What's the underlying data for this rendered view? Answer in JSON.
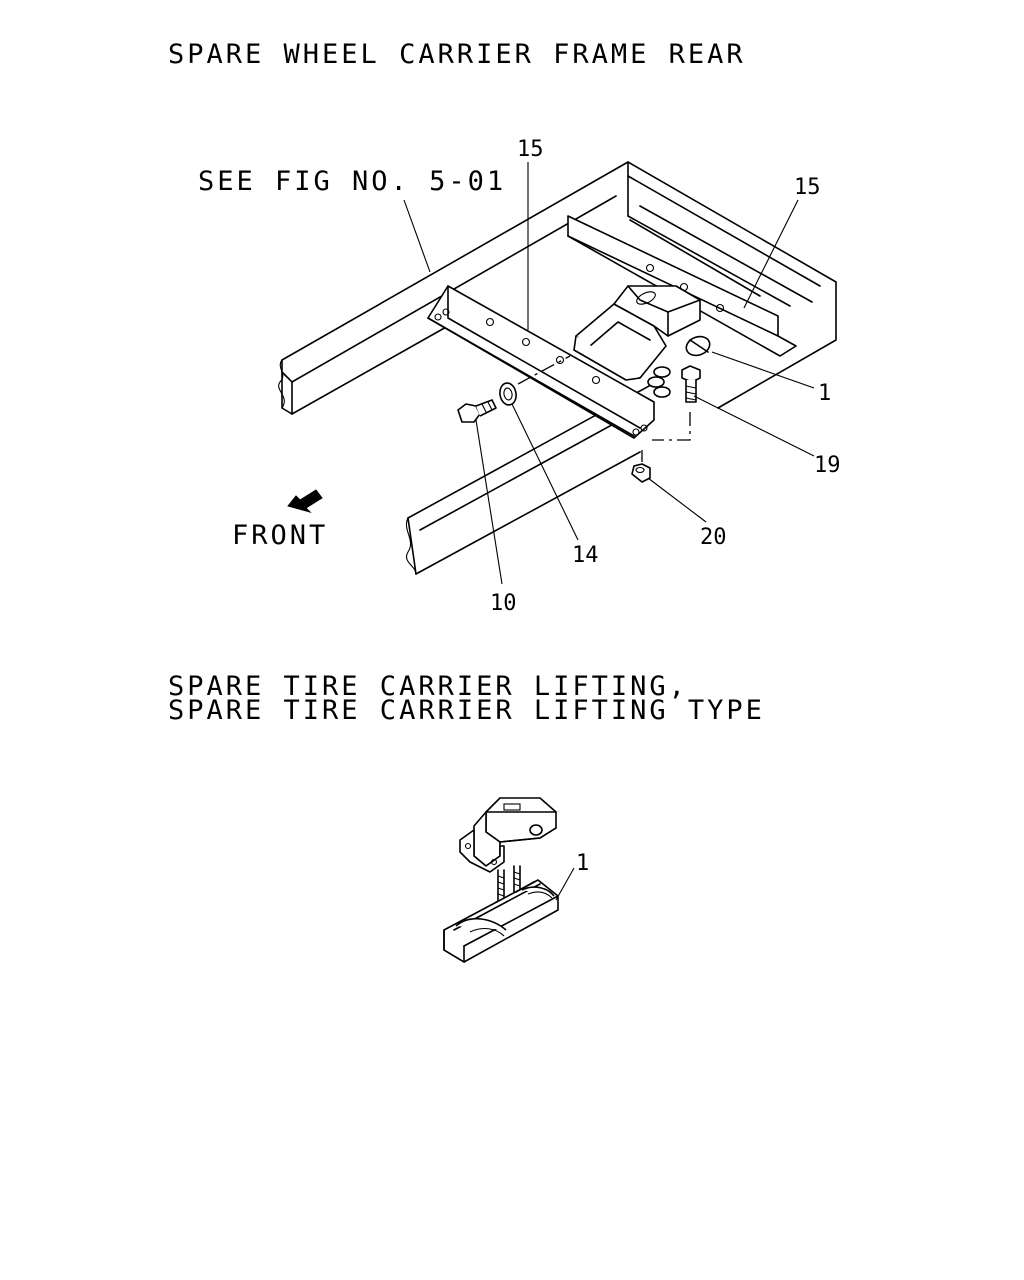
{
  "titles": {
    "top": "SPARE WHEEL CARRIER FRAME REAR",
    "bottom_line1": "SPARE TIRE CARRIER LIFTING,",
    "bottom_line2": "SPARE TIRE CARRIER LIFTING TYPE"
  },
  "notes": {
    "reference": "SEE FIG NO. 5-01",
    "direction": "FRONT"
  },
  "callouts_top": {
    "c15_left": "15",
    "c15_right": "15",
    "c1": "1",
    "c19": "19",
    "c20": "20",
    "c14": "14",
    "c10": "10"
  },
  "callouts_bottom": {
    "c1": "1"
  },
  "icons": {
    "direction_arrow": "arrow-down-left-icon"
  }
}
